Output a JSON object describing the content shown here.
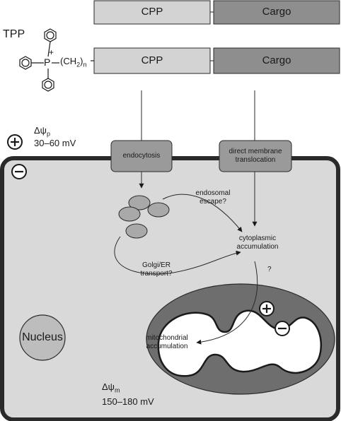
{
  "top_construct": {
    "cpp_label": "CPP",
    "cargo_label": "Cargo"
  },
  "tpp_construct": {
    "tpp_label": "TPP",
    "linker_text": "(CH",
    "linker_sub": "2",
    "linker_close": ")",
    "linker_n": "n",
    "charge": "+",
    "p_atom": "P",
    "cpp_label": "CPP",
    "cargo_label": "Cargo"
  },
  "plasma_potential": {
    "symbol": "Δψ",
    "subscript": "p",
    "range": "30–60 mV"
  },
  "cell": {
    "entry_routes": [
      "endocytosis",
      "direct membrane translocation"
    ],
    "endosomal_escape": "endosomal escape?",
    "golgi_transport": "Golgi/ER transport?",
    "cytoplasmic": "cytoplasmic accumulation",
    "question": "?",
    "nucleus": "Nucleus",
    "mitochondrial": "mitochondrial accumulation"
  },
  "mito_potential": {
    "symbol": "Δψ",
    "subscript": "m",
    "range": "150–180 mV"
  },
  "colors": {
    "cpp_fill": "#d3d3d3",
    "cargo_fill": "#8e8e8e",
    "cell_fill": "#d9d9d9",
    "mito_outer": "#6e6e6e",
    "box_fill": "#9a9a9a",
    "stroke": "#2a2a2a"
  }
}
